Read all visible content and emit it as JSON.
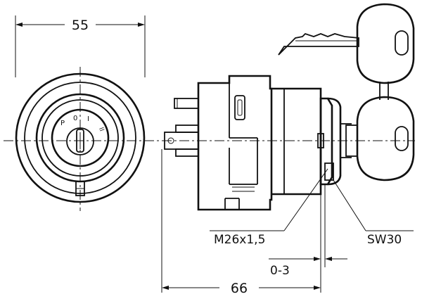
{
  "dimensions": {
    "width_55": "55",
    "length_66": "66",
    "thread": "M26x1,5",
    "wrench": "SW30",
    "range": "0-3"
  },
  "key_markings": {
    "p": "P",
    "o": "0",
    "one": "I",
    "two": "II"
  }
}
